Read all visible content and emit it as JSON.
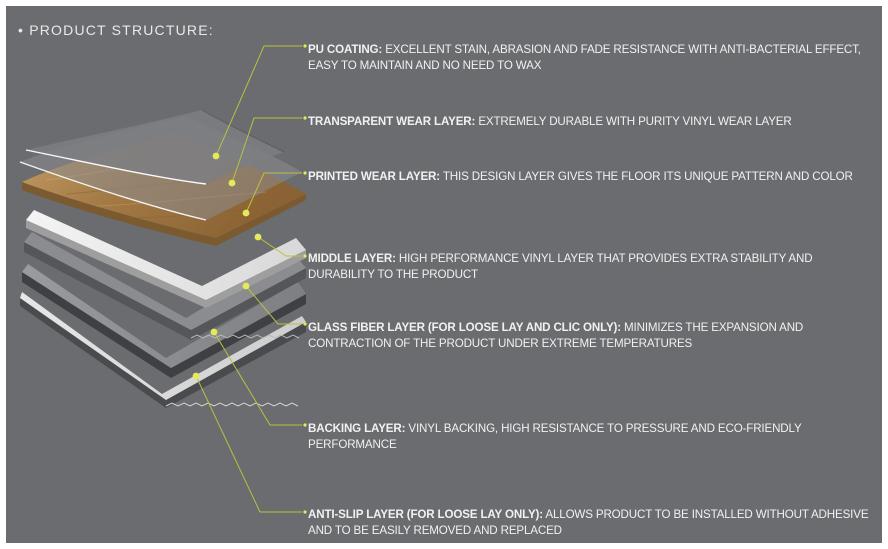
{
  "section_title": "• PRODUCT STRUCTURE:",
  "colors": {
    "panel_bg": "#6b6c6f",
    "leader_line": "#b9c23e",
    "marker_dot": "#e3ea5b",
    "wood": "#a9834f"
  },
  "layers": [
    {
      "id": "pu-coating",
      "name": "PU COATING:",
      "description": " EXCELLENT STAIN, ABRASION AND FADE RESISTANCE WITH ANTI-BACTERIAL EFFECT, EASY TO MAINTAIN AND NO NEED TO WAX"
    },
    {
      "id": "transparent-wear-layer",
      "name": "TRANSPARENT WEAR LAYER:",
      "description": " EXTREMELY DURABLE WITH PURITY VINYL WEAR LAYER"
    },
    {
      "id": "printed-wear-layer",
      "name": "PRINTED WEAR LAYER:",
      "description": " THIS DESIGN LAYER GIVES THE FLOOR ITS UNIQUE PATTERN AND COLOR"
    },
    {
      "id": "middle-layer",
      "name": "MIDDLE LAYER:",
      "description": " HIGH PERFORMANCE VINYL LAYER THAT PROVIDES EXTRA STABILITY AND DURABILITY TO THE PRODUCT"
    },
    {
      "id": "glass-fiber-layer",
      "name": "GLASS FIBER LAYER (FOR LOOSE LAY AND CLIC ONLY):",
      "description": " MINIMIZES THE EXPANSION AND CONTRACTION OF THE PRODUCT UNDER EXTREME TEMPERATURES"
    },
    {
      "id": "backing-layer",
      "name": "BACKING LAYER:",
      "description": " VINYL BACKING, HIGH RESISTANCE TO PRESSURE AND ECO-FRIENDLY PERFORMANCE"
    },
    {
      "id": "anti-slip-layer",
      "name": "ANTI-SLIP LAYER (FOR LOOSE LAY ONLY):",
      "description": " ALLOWS PRODUCT TO BE INSTALLED WITHOUT ADHESIVE AND TO BE EASILY REMOVED AND REPLACED"
    }
  ]
}
